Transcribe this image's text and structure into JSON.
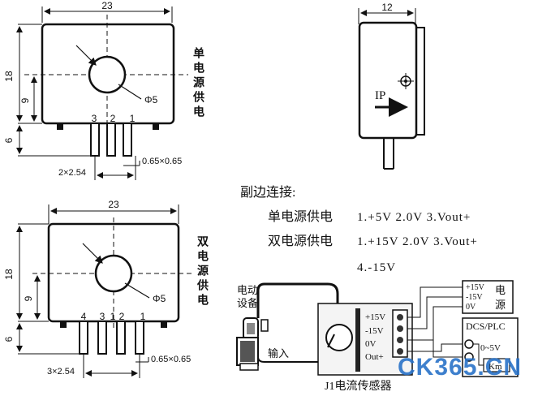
{
  "top_sensor": {
    "width_dim": "23",
    "height_dim": "18",
    "half_dim": "9",
    "pin_dim": "6",
    "hole_label": "Φ5",
    "pin_numbers": [
      "3",
      "2",
      "1"
    ],
    "pin_pitch": "2×2.54",
    "pin_size": "0.65×0.65",
    "supply_label": "单电源供电"
  },
  "side_view": {
    "depth_dim": "12",
    "current_label": "IP"
  },
  "pinout": {
    "title": "副边连接:",
    "single_label": "单电源供电",
    "single_pins": "1.+5V 2.0V 3.Vout+",
    "dual_label": "双电源供电",
    "dual_pins": "1.+15V 2.0V 3.Vout+",
    "dual_pins_extra": "4.-15V"
  },
  "bottom_sensor": {
    "width_dim": "23",
    "height_dim": "18",
    "half_dim": "9",
    "pin_dim": "6",
    "hole_label": "Φ5",
    "pin_numbers": [
      "4",
      "3",
      "1",
      "2",
      "1"
    ],
    "pin_pitch": "3×2.54",
    "pin_size": "0.65×0.65",
    "supply_label": "双电源供电"
  },
  "wiring": {
    "equipment_label": "电动\n设备",
    "input_label": "输入",
    "sensor_label": "J1电流传感器",
    "terminals": [
      "+15V",
      "-15V",
      "0V",
      "Out+"
    ],
    "power_box": [
      "+15V",
      "-15V",
      "0V"
    ],
    "power_label": "电\n源",
    "dcs_label": "DCS/PLC",
    "dcs_range": "0~5V",
    "dcs_meter": "Km"
  },
  "watermark": "CK365.CN"
}
